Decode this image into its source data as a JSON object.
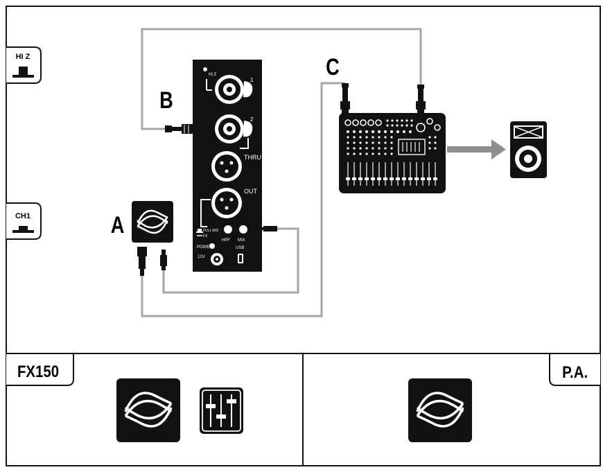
{
  "tabs": {
    "hi_z": "HI Z",
    "ch1": "CH1",
    "fx150": "FX150",
    "pa": "P.A."
  },
  "callouts": {
    "a": "A",
    "b": "B",
    "c": "C"
  },
  "device": {
    "input_1": "1",
    "input_2": "2",
    "hi_z": "HI Z",
    "thru": "THRU",
    "out": "OUT",
    "full_mix": "FULL MIX",
    "fx": "FX",
    "hpf": "HPF",
    "mix": "MIX",
    "power": "POWER",
    "dc_in": "12V",
    "usb": "USB"
  },
  "colors": {
    "ink": "#111111",
    "cable": "#a6a6a6",
    "arrow": "#8f8f8f",
    "background": "#ffffff"
  },
  "icons": [
    "app-logo-icon",
    "mixer-faders-icon",
    "speaker-icon",
    "mixer-console-icon"
  ]
}
